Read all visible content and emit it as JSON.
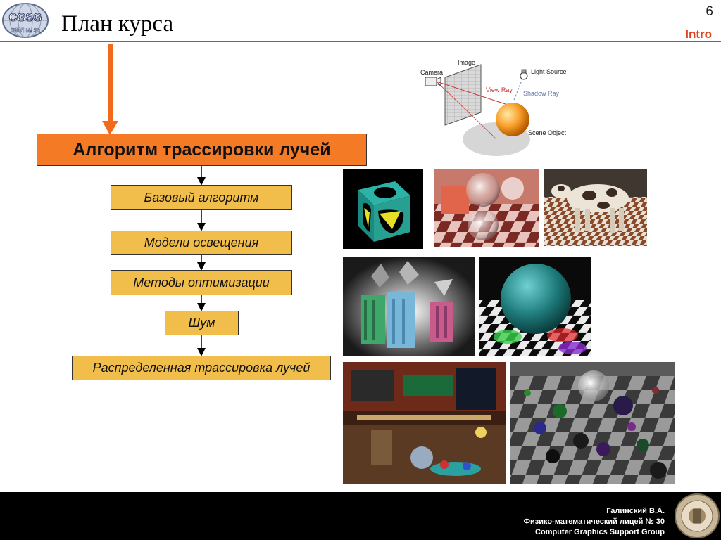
{
  "header": {
    "logo_text": "CGSG",
    "logo_subtext": "ФМЛ № 30",
    "title": "План курса",
    "page_number": "6",
    "section": "Intro"
  },
  "flowchart": {
    "main": "Алгоритм трассировки лучей",
    "steps": [
      "Базовый алгоритм",
      "Модели освещения",
      "Методы оптимизации",
      "Шум",
      "Распределенная трассировка лучей"
    ]
  },
  "diagram": {
    "labels": {
      "image": "Image",
      "camera": "Camera",
      "light_source": "Light Source",
      "view_ray": "View Ray",
      "shadow_ray": "Shadow Ray",
      "scene_object": "Scene Object"
    }
  },
  "gallery": {
    "images": [
      "cube-render",
      "glass-spheres-render",
      "cow-render",
      "pillars-render",
      "sphere-render",
      "room-render",
      "many-spheres-render"
    ]
  },
  "footer": {
    "author": "Галинский В.А.",
    "school": "Физико-математический лицей № 30",
    "group": "Computer Graphics Support Group"
  },
  "colors": {
    "accent_arrow": "#f26b1d",
    "main_box": "#f47a26",
    "sub_box": "#f2be4b",
    "section_tag": "#e0401a"
  }
}
